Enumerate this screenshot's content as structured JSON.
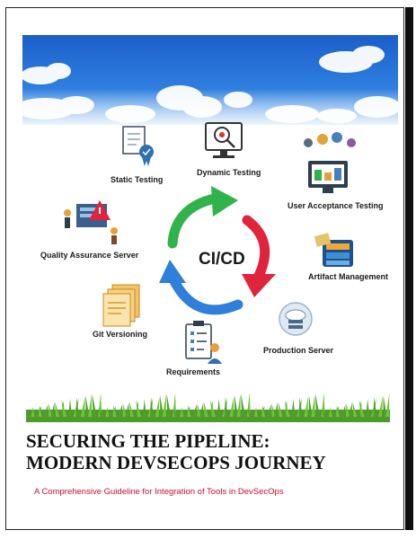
{
  "cover": {
    "center_label": "CI/CD",
    "stages": {
      "static_testing": "Static Testing",
      "dynamic_testing": "Dynamic Testing",
      "user_acceptance_testing": "User Acceptance Testing",
      "artifact_management": "Artifact Management",
      "production_server": "Production Server",
      "requirements": "Requirements",
      "git_versioning": "Git Versioning",
      "quality_assurance_server": "Quality Assurance Server"
    },
    "title_line1": "SECURING THE PIPELINE:",
    "title_line2": "MODERN DEVSECOPS JOURNEY",
    "subtitle": "A Comprehensive Guideline for Integration of Tools in DevSecOps"
  },
  "colors": {
    "arrow_green": "#2fb34a",
    "arrow_red": "#e0243b",
    "arrow_blue": "#2f7fdc",
    "subtitle_red": "#c8102e"
  }
}
